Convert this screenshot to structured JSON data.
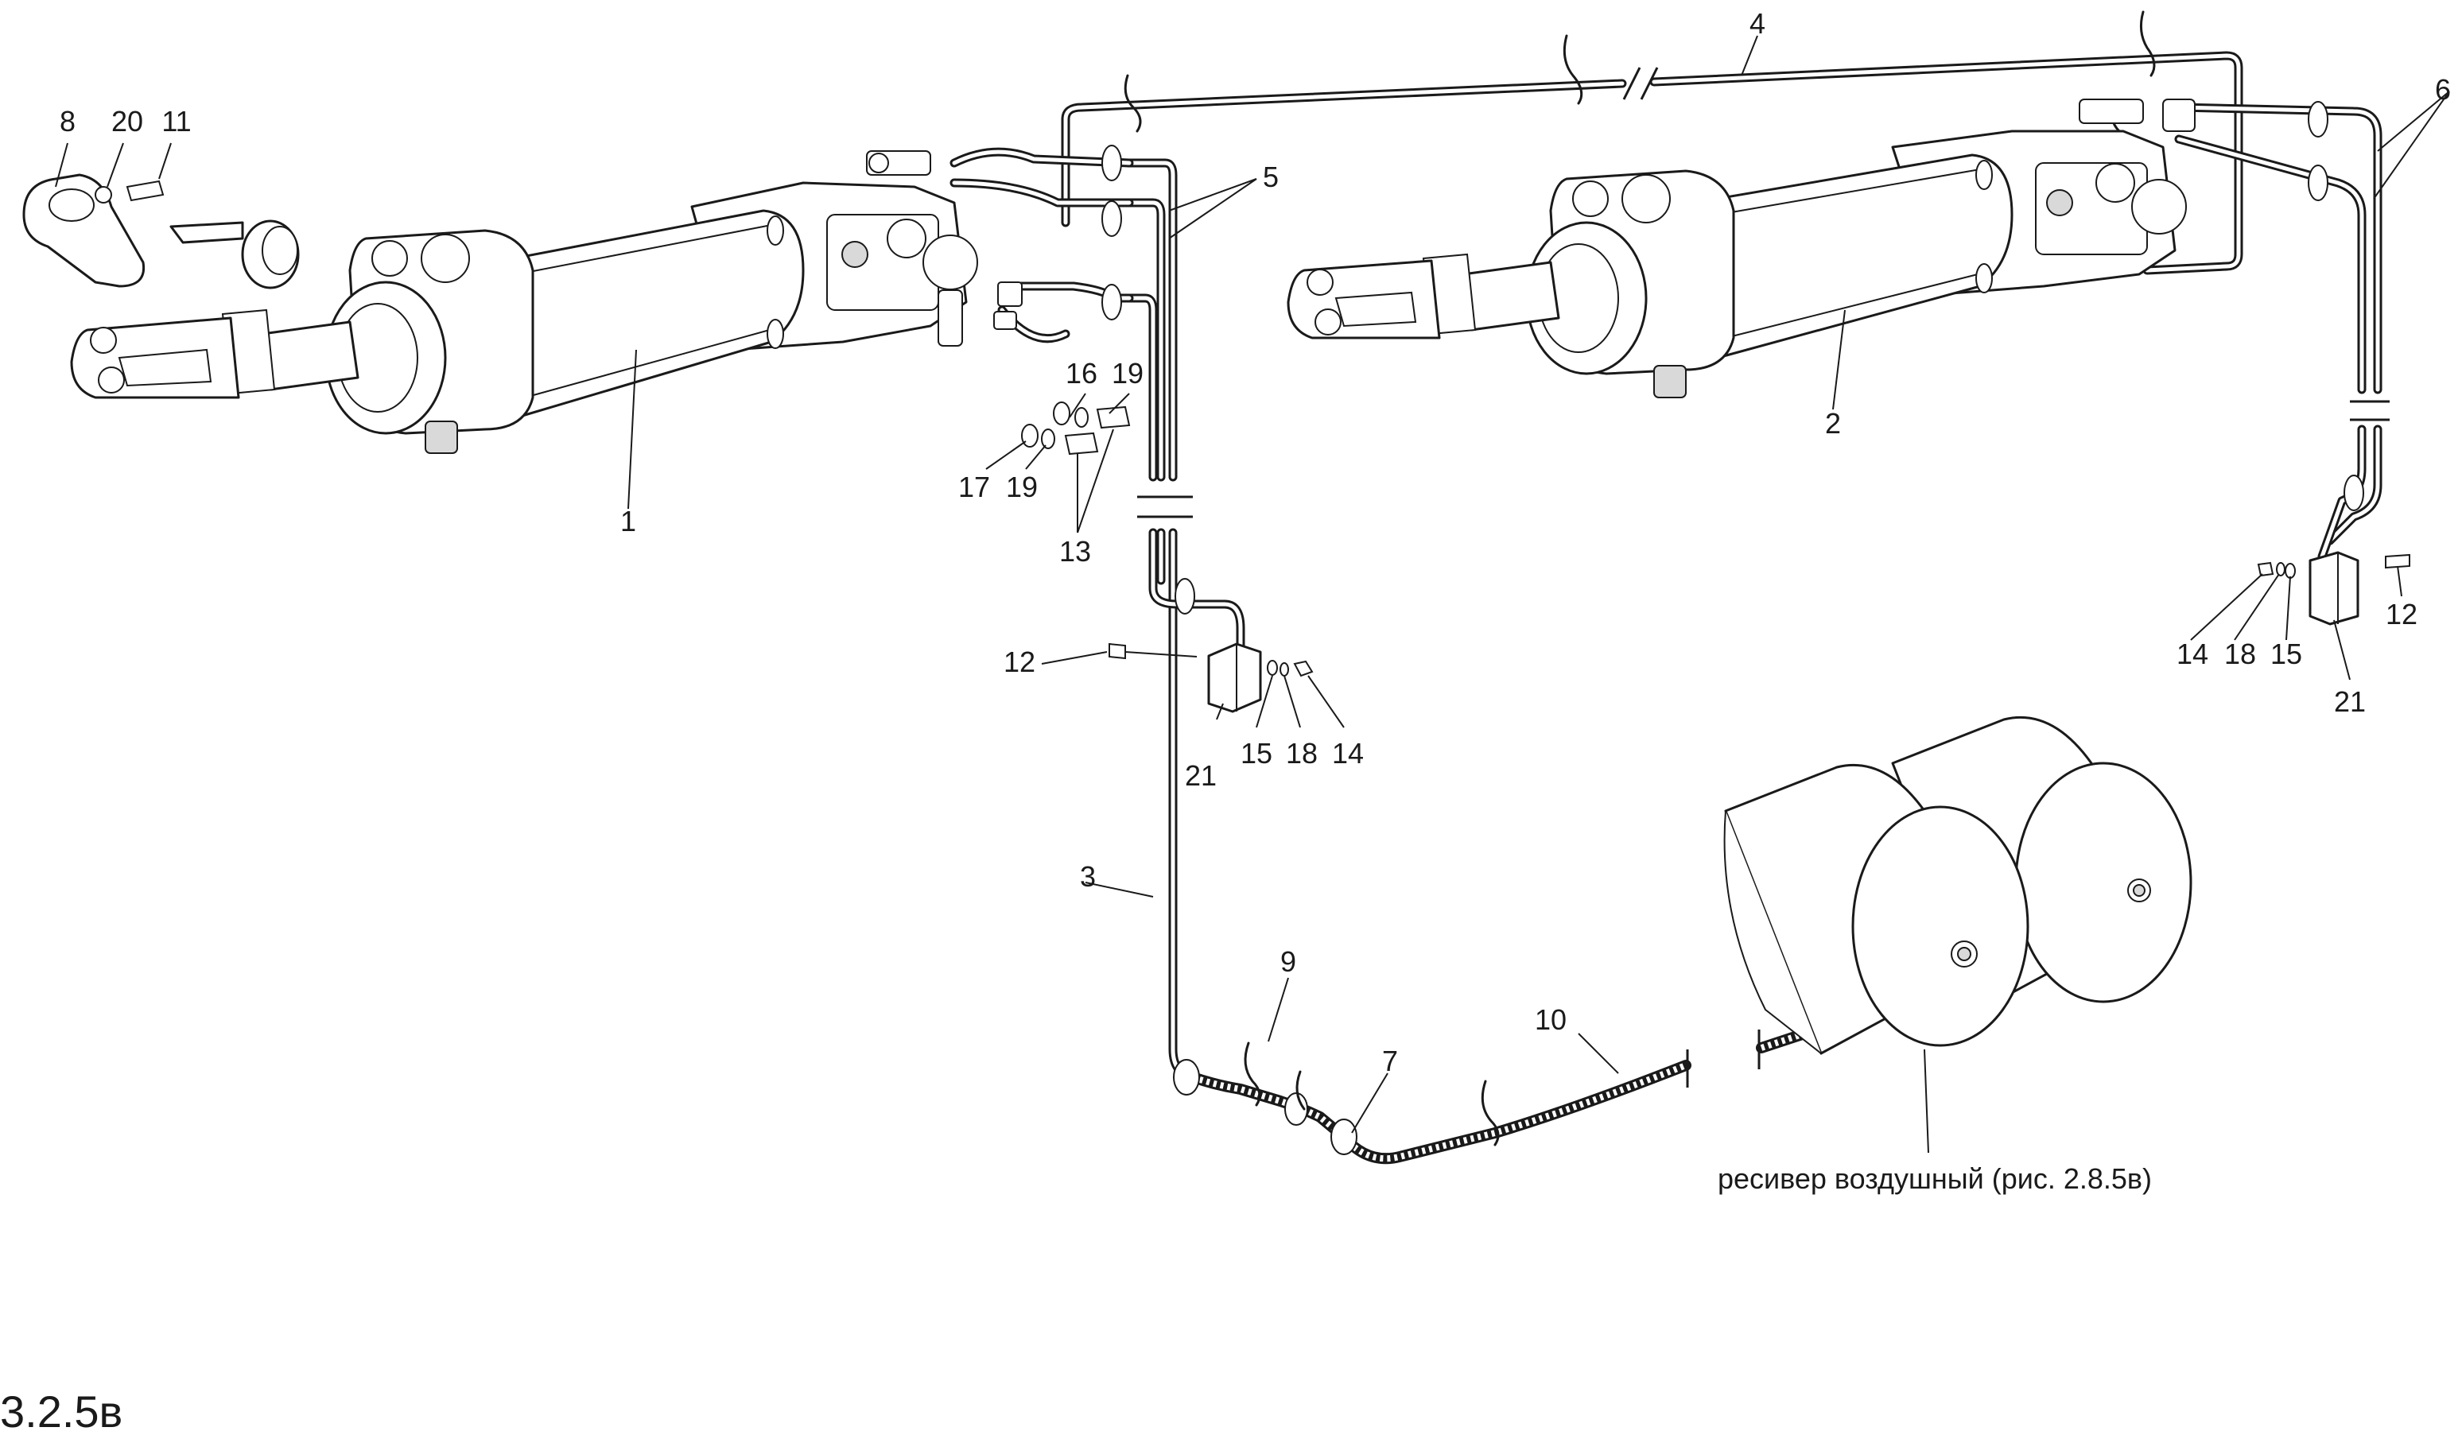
{
  "figure": {
    "id": "3.2.5в",
    "caption": "ресивер воздушный (рис. 2.8.5в)"
  },
  "callouts": {
    "c1": "1",
    "c2": "2",
    "c3": "3",
    "c4": "4",
    "c5": "5",
    "c6": "6",
    "c7": "7",
    "c8": "8",
    "c9": "9",
    "c10": "10",
    "c11": "11",
    "c12a": "12",
    "c12b": "12",
    "c13": "13",
    "c14a": "14",
    "c14b": "14",
    "c15a": "15",
    "c15b": "15",
    "c16": "16",
    "c17": "17",
    "c18a": "18",
    "c18b": "18",
    "c19a": "19",
    "c19b": "19",
    "c20": "20",
    "c21a": "21",
    "c21b": "21"
  }
}
